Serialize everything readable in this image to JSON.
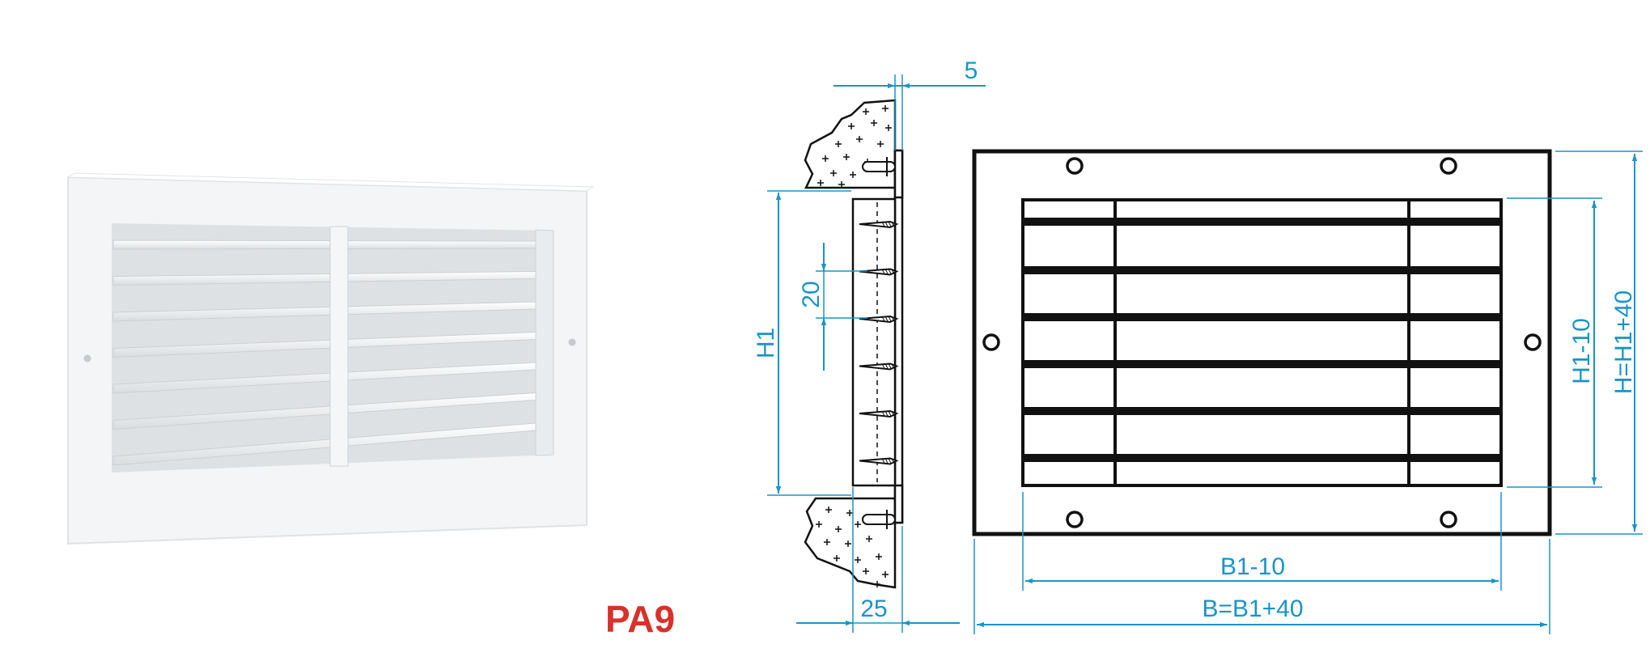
{
  "product": {
    "code": "PA9"
  },
  "dimensions": {
    "frame_step": "5",
    "pitch": "20",
    "depth": "25",
    "height_inner": "H1",
    "height_core": "H1-10",
    "height_total": "H=H1+40",
    "width_core": "B1-10",
    "width_total": "B=B1+40"
  },
  "colors": {
    "dimension_line": "#1a94c8",
    "outline": "#111111",
    "product_code": "#d8312b",
    "grille_body": "#f2f4f5",
    "grille_shadow": "#d7dbde"
  }
}
